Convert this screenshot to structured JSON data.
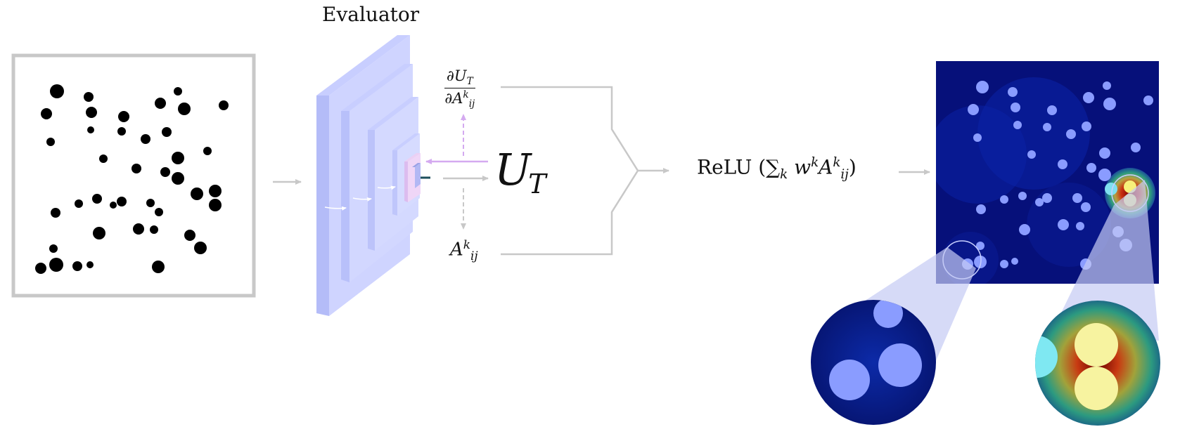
{
  "evaluator": {
    "title": "Evaluator"
  },
  "labels": {
    "ut_main": "U",
    "ut_sub": "T",
    "grad_num": "∂U",
    "grad_num_sub": "T",
    "grad_den": "∂A",
    "grad_den_sup": "k",
    "grad_den_sub": "ij",
    "act_main": "A",
    "act_sup": "k",
    "act_sub": "ij",
    "relu_fn": "ReLU",
    "relu_body": "∑",
    "relu_sum_sub": "k",
    "relu_w": "w",
    "relu_w_sup": "k",
    "relu_a": "A",
    "relu_a_sup": "k",
    "relu_a_sub": "ij"
  },
  "colors": {
    "arrow_gray": "#c8c8c8",
    "grad_arrow": "#d4aaf0",
    "layer_fill": "#b4bcf8",
    "heatmap_bg": "#06107a",
    "blob": "#8a9cff"
  }
}
